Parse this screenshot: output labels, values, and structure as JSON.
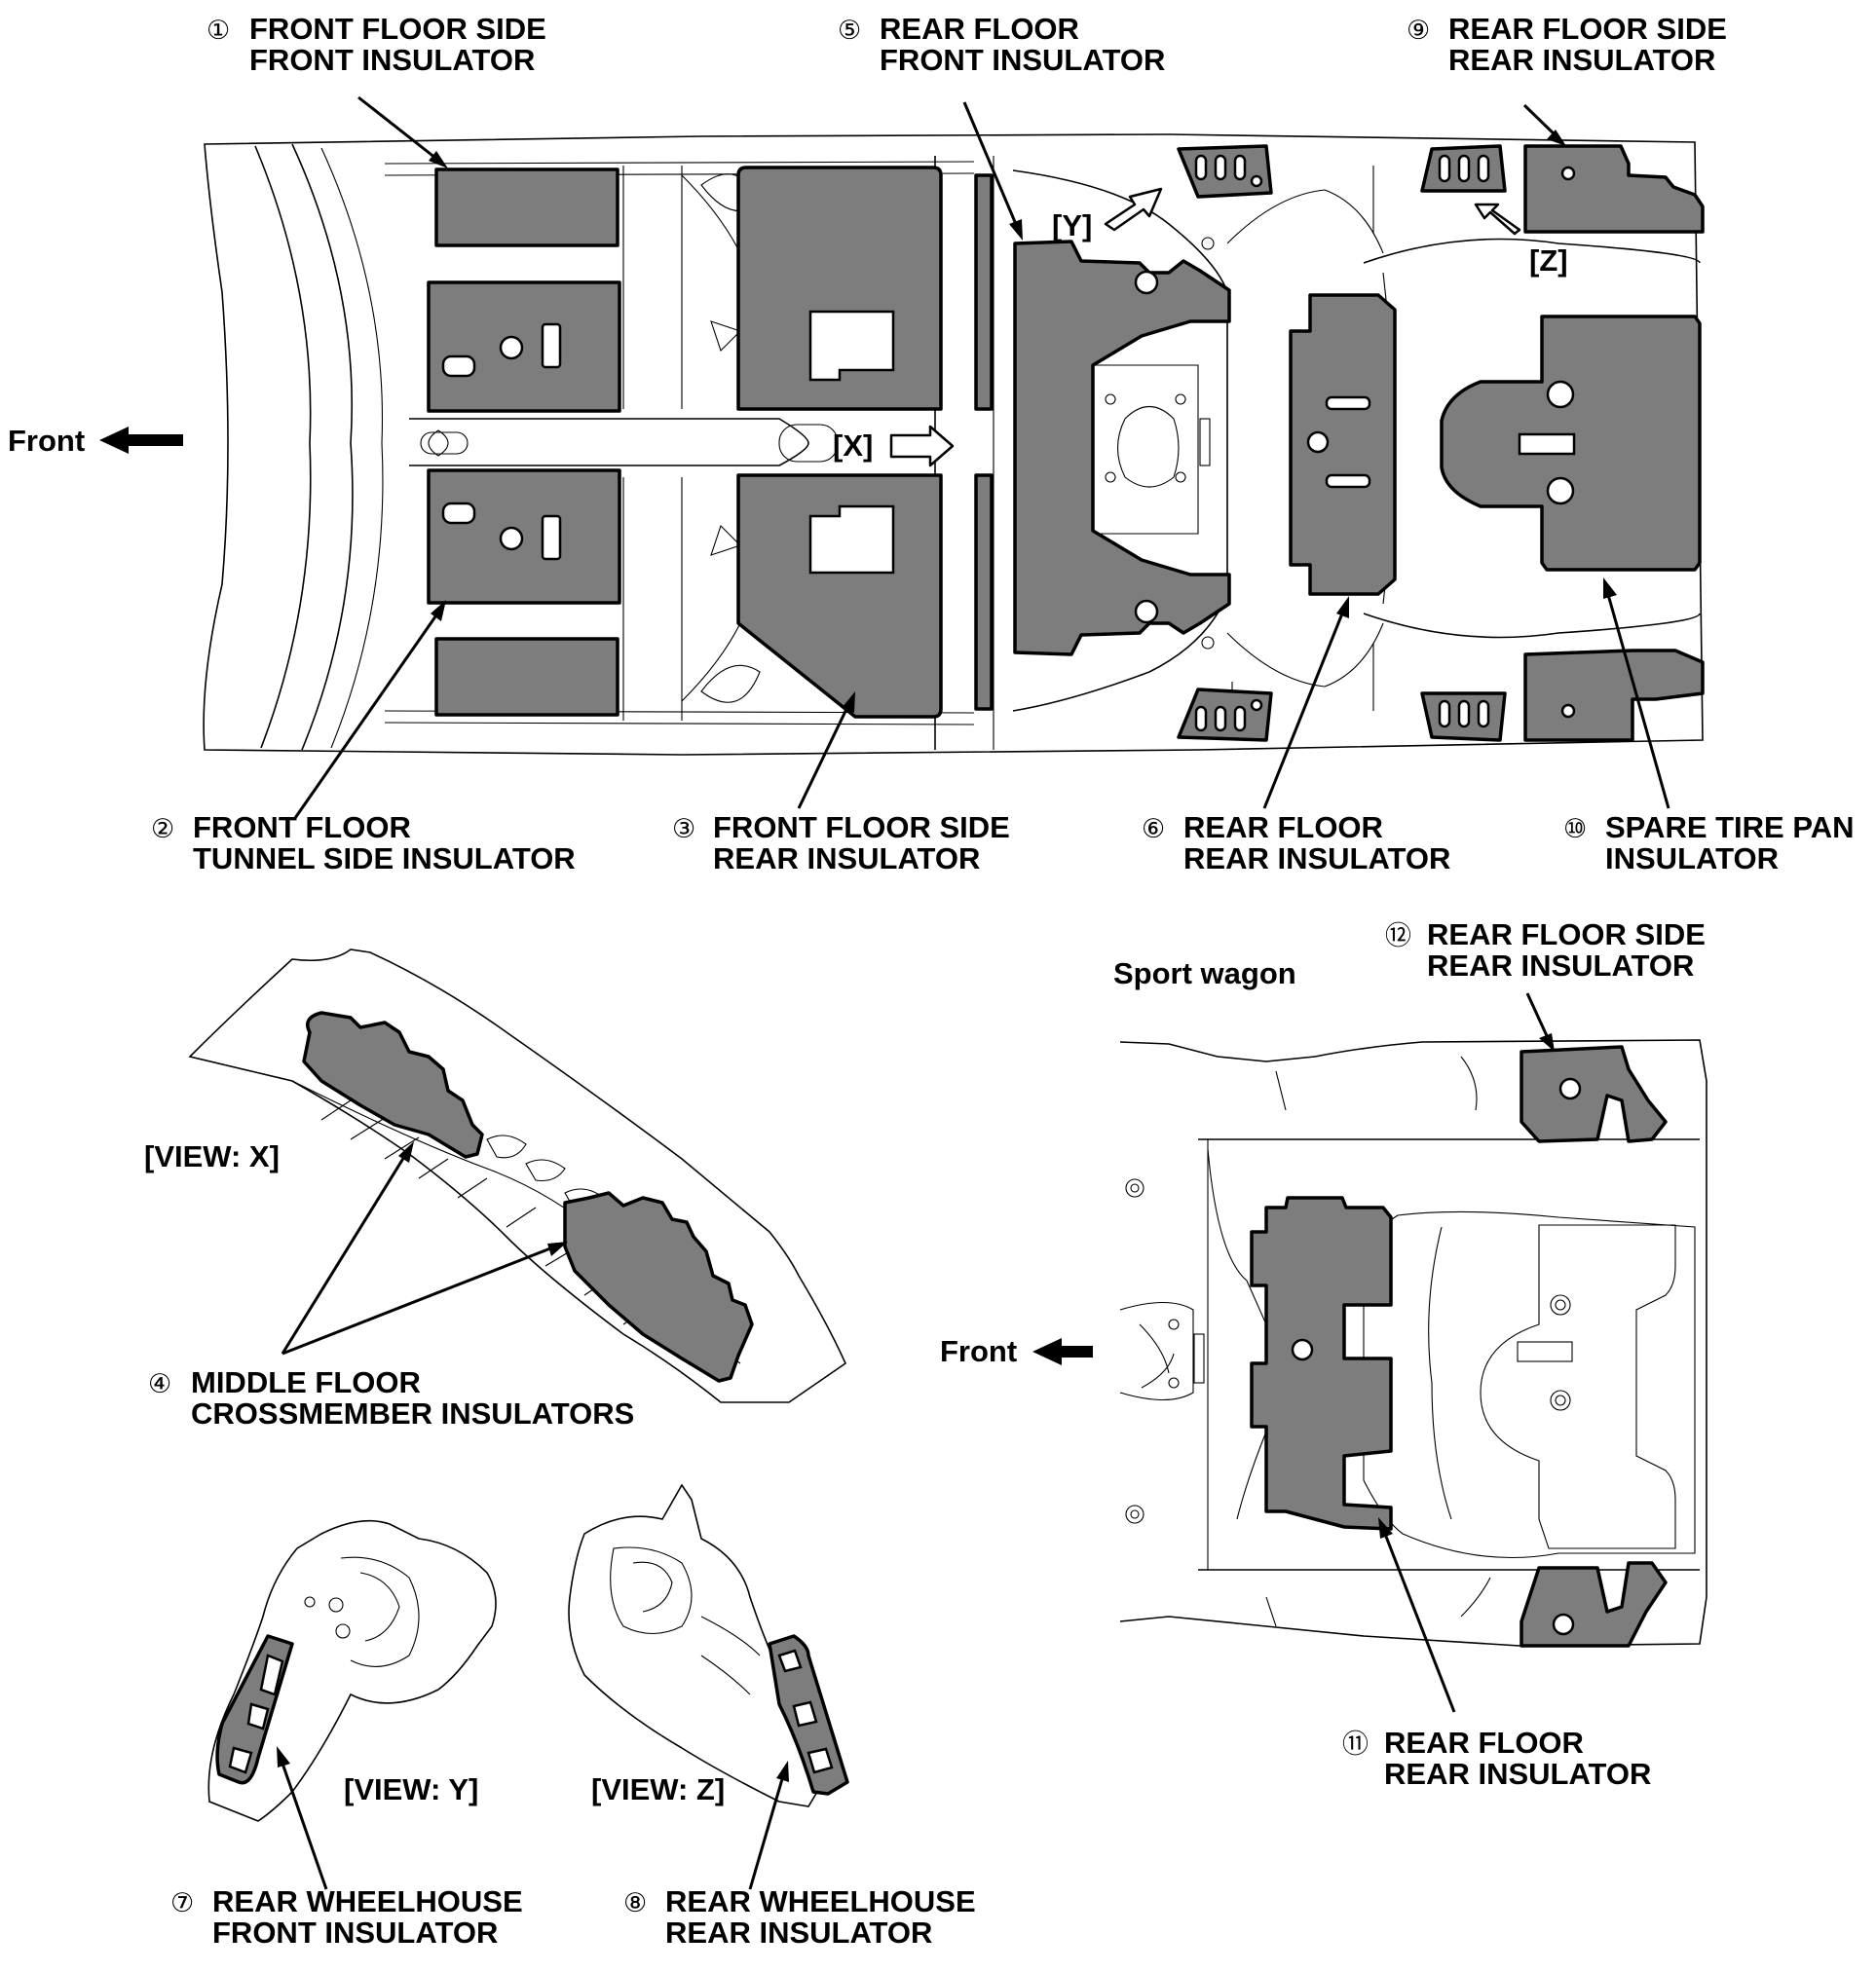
{
  "labels": {
    "p1": {
      "num": "①",
      "line1": "FRONT FLOOR SIDE",
      "line2": "FRONT INSULATOR"
    },
    "p2": {
      "num": "②",
      "line1": "FRONT FLOOR",
      "line2": "TUNNEL SIDE INSULATOR"
    },
    "p3": {
      "num": "③",
      "line1": "FRONT FLOOR SIDE",
      "line2": "REAR INSULATOR"
    },
    "p4": {
      "num": "④",
      "line1": "MIDDLE FLOOR",
      "line2": "CROSSMEMBER INSULATORS"
    },
    "p5": {
      "num": "⑤",
      "line1": "REAR FLOOR",
      "line2": "FRONT INSULATOR"
    },
    "p6": {
      "num": "⑥",
      "line1": "REAR FLOOR",
      "line2": "REAR INSULATOR"
    },
    "p7": {
      "num": "⑦",
      "line1": "REAR WHEELHOUSE",
      "line2": "FRONT INSULATOR"
    },
    "p8": {
      "num": "⑧",
      "line1": "REAR WHEELHOUSE",
      "line2": "REAR INSULATOR"
    },
    "p9": {
      "num": "⑨",
      "line1": "REAR FLOOR SIDE",
      "line2": "REAR INSULATOR"
    },
    "p10": {
      "num": "⑩",
      "line1": "SPARE TIRE PAN",
      "line2": "INSULATOR"
    },
    "p11": {
      "num": "⑪",
      "line1": "REAR FLOOR",
      "line2": "REAR INSULATOR"
    },
    "p12": {
      "num": "⑫",
      "line1": "REAR FLOOR SIDE",
      "line2": "REAR INSULATOR"
    }
  },
  "views": {
    "x": "[VIEW: X]",
    "y": "[VIEW: Y]",
    "z": "[VIEW: Z]"
  },
  "markers": {
    "x": "[X]",
    "y": "[Y]",
    "z": "[Z]"
  },
  "front_label": "Front",
  "sport_wagon_label": "Sport wagon",
  "colors": {
    "insulator_fill": "#7d7d7d",
    "outline": "#000000",
    "background": "#ffffff"
  }
}
